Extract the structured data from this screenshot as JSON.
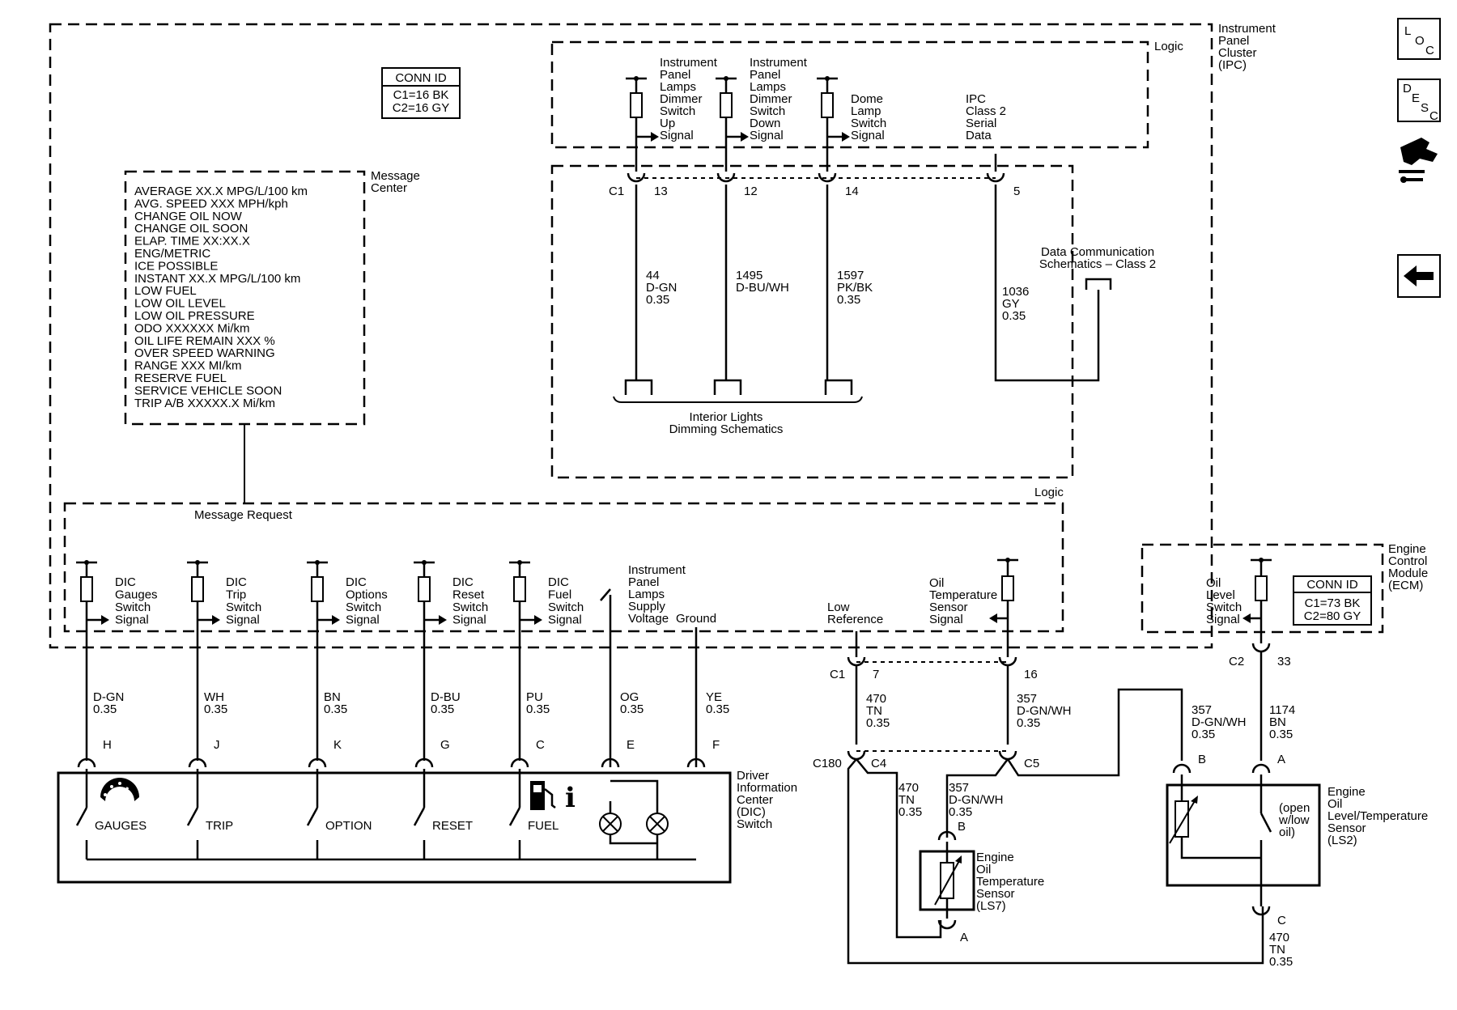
{
  "ipc": {
    "name": [
      "Instrument",
      "Panel",
      "Cluster",
      "(IPC)"
    ],
    "logic_upper": "Logic",
    "logic_lower": "Logic",
    "conn_id": {
      "title": "CONN ID",
      "lines": [
        "C1=16 BK",
        "C2=16 GY"
      ]
    },
    "message_center_label": [
      "Message",
      "Center"
    ],
    "message_center_items": [
      "AVERAGE XX.X MPG/L/100 km",
      "AVG. SPEED XXX MPH/kph",
      "CHANGE OIL NOW",
      "CHANGE OIL SOON",
      "ELAP. TIME XX:XX.X",
      "ENG/METRIC",
      "ICE POSSIBLE",
      "INSTANT XX.X MPG/L/100 km",
      "LOW FUEL",
      "LOW OIL LEVEL",
      "LOW OIL PRESSURE",
      "ODO XXXXXX Mi/km",
      "OIL LIFE REMAIN XXX %",
      "OVER SPEED WARNING",
      "RANGE XXX MI/km",
      "RESERVE FUEL",
      "SERVICE VEHICLE SOON",
      "TRIP A/B XXXXX.X Mi/km"
    ],
    "message_request": "Message Request",
    "upper_signals": [
      {
        "label": [
          "Instrument",
          "Panel",
          "Lamps",
          "Dimmer",
          "Switch",
          "Up",
          "Signal"
        ],
        "pin": "13",
        "circuit": "44",
        "color": "D-GN",
        "gauge": "0.35"
      },
      {
        "label": [
          "Instrument",
          "Panel",
          "Lamps",
          "Dimmer",
          "Switch",
          "Down",
          "Signal"
        ],
        "pin": "12",
        "circuit": "1495",
        "color": "D-BU/WH",
        "gauge": ""
      },
      {
        "label": [
          "Dome",
          "Lamp",
          "Switch",
          "Signal"
        ],
        "pin": "14",
        "circuit": "1597",
        "color": "PK/BK",
        "gauge": "0.35"
      },
      {
        "label": [
          "IPC",
          "Class 2",
          "Serial",
          "Data"
        ],
        "pin": "5",
        "circuit": "1036",
        "color": "GY",
        "gauge": "0.35"
      }
    ],
    "upper_connector": "C1",
    "interior_lights_ref": [
      "Interior Lights",
      "Dimming Schematics"
    ],
    "data_comm_ref": [
      "Data Communication",
      "Schematics – Class 2"
    ],
    "dic_signals": [
      {
        "label": [
          "DIC",
          "Gauges",
          "Switch",
          "Signal"
        ],
        "color": "D-GN",
        "gauge": "0.35",
        "pin": "H",
        "switch": "GAUGES"
      },
      {
        "label": [
          "DIC",
          "Trip",
          "Switch",
          "Signal"
        ],
        "color": "WH",
        "gauge": "0.35",
        "pin": "J",
        "switch": "TRIP"
      },
      {
        "label": [
          "DIC",
          "Options",
          "Switch",
          "Signal"
        ],
        "color": "BN",
        "gauge": "0.35",
        "pin": "K",
        "switch": "OPTION"
      },
      {
        "label": [
          "DIC",
          "Reset",
          "Switch",
          "Signal"
        ],
        "color": "D-BU",
        "gauge": "0.35",
        "pin": "G",
        "switch": "RESET"
      },
      {
        "label": [
          "DIC",
          "Fuel",
          "Switch",
          "Signal"
        ],
        "color": "PU",
        "gauge": "0.35",
        "pin": "C",
        "switch": "FUEL"
      }
    ],
    "lamp_supply": {
      "label": [
        "Instrument",
        "Panel",
        "Lamps",
        "Supply",
        "Voltage"
      ],
      "color": "OG",
      "gauge": "0.35",
      "pin": "E"
    },
    "ground": {
      "label": "Ground",
      "color": "YE",
      "gauge": "0.35",
      "pin": "F"
    },
    "low_reference": {
      "label": [
        "Low",
        "Reference"
      ],
      "connector": "C1",
      "pin": "7",
      "circuit": "470",
      "color": "TN",
      "gauge": "0.35"
    },
    "oil_temp_signal": {
      "label": [
        "Oil",
        "Temperature",
        "Sensor",
        "Signal"
      ],
      "pin": "16",
      "circuit": "357",
      "color": "D-GN/WH",
      "gauge": "0.35"
    }
  },
  "dic_switch": {
    "name": [
      "Driver",
      "Information",
      "Center",
      "(DIC)",
      "Switch"
    ],
    "info_glyph": "i"
  },
  "splice": {
    "c180": "C180",
    "c4": "C4",
    "c5": "C5",
    "c4_wire": {
      "circuit": "470",
      "color": "TN",
      "gauge": "0.35"
    },
    "c5_wire": {
      "circuit": "357",
      "color": "D-GN/WH",
      "gauge": "0.35"
    }
  },
  "ls7": {
    "name": [
      "Engine",
      "Oil",
      "Temperature",
      "Sensor",
      "(LS7)"
    ],
    "pin_top": "B",
    "pin_bottom": "A"
  },
  "ecm": {
    "name": [
      "Engine",
      "Control",
      "Module",
      "(ECM)"
    ],
    "conn_id": {
      "title": "CONN ID",
      "lines": [
        "C1=73 BK",
        "C2=80 GY"
      ]
    },
    "signal": [
      "Oil",
      "Level",
      "Switch",
      "Signal"
    ],
    "connector": "C2",
    "pin": "33",
    "wire": {
      "circuit": "1174",
      "color": "BN",
      "gauge": "0.35"
    }
  },
  "ls2": {
    "name": [
      "Engine",
      "Oil",
      "Level/Temperature",
      "Sensor",
      "(LS2)"
    ],
    "pin_b": "B",
    "pin_a": "A",
    "pin_c": "C",
    "b_wire": {
      "circuit": "357",
      "color": "D-GN/WH",
      "gauge": "0.35"
    },
    "c_wire": {
      "circuit": "470",
      "color": "TN",
      "gauge": "0.35"
    },
    "switch_note": [
      "(open",
      "w/low",
      "oil)"
    ]
  },
  "nav_icons": [
    {
      "name": "loc-icon",
      "letters": [
        "L",
        "O",
        "C"
      ]
    },
    {
      "name": "desc-icon",
      "letters": [
        "D",
        "E",
        "S",
        "C"
      ]
    },
    {
      "name": "connector-icon"
    },
    {
      "name": "back-arrow-icon"
    }
  ]
}
